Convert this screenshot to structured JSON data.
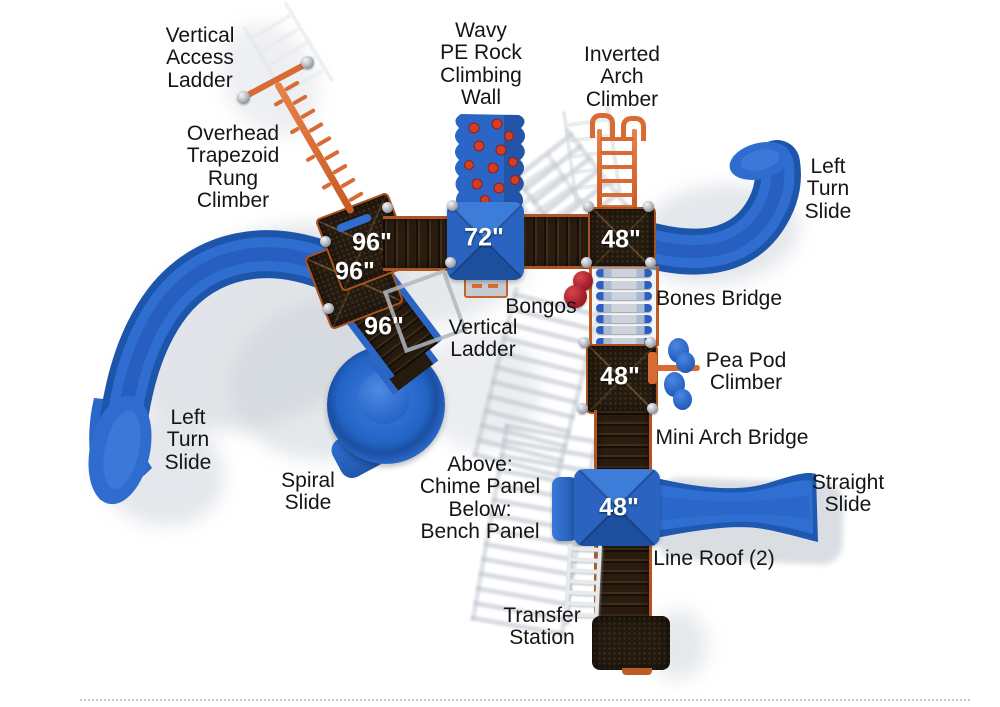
{
  "diagram": {
    "kind": "playground-equipment-top-view-plan",
    "background": "#ffffff",
    "colors": {
      "slide_blue": "#2b66c6",
      "roof_blue_light": "#3d7cd8",
      "roof_blue_dark": "#1c4f9e",
      "deck_dark_brown": "#251a0e",
      "rail_orange": "#d96a33",
      "trim_orange": "#a8521f",
      "connector_gray": "#b9bec4",
      "bongo_red": "#a82330",
      "shadow_gray": "#c6ccd3",
      "annotation_text": "#151515",
      "deck_label_text": "#ffffff"
    },
    "annotations": [
      {
        "id": "vertical-access-ladder",
        "text": "Vertical\nAccess\nLadder"
      },
      {
        "id": "wavy-pe-rock-climbing-wall",
        "text": "Wavy\nPE Rock\nClimbing\nWall"
      },
      {
        "id": "inverted-arch-climber",
        "text": "Inverted\nArch\nClimber"
      },
      {
        "id": "left-turn-slide-upper-right",
        "text": "Left\nTurn\nSlide"
      },
      {
        "id": "overhead-trapezoid-rung-climber",
        "text": "Overhead\nTrapezoid\nRung\nClimber"
      },
      {
        "id": "bongos",
        "text": "Bongos"
      },
      {
        "id": "bones-bridge",
        "text": "Bones Bridge"
      },
      {
        "id": "vertical-ladder",
        "text": "Vertical\nLadder"
      },
      {
        "id": "pea-pod-climber",
        "text": "Pea Pod\nClimber"
      },
      {
        "id": "mini-arch-bridge",
        "text": "Mini Arch Bridge"
      },
      {
        "id": "left-turn-slide-lower-left",
        "text": "Left\nTurn\nSlide"
      },
      {
        "id": "spiral-slide",
        "text": "Spiral\nSlide"
      },
      {
        "id": "chime-bench-panel",
        "text": "Above:\nChime Panel\nBelow:\nBench Panel"
      },
      {
        "id": "straight-slide",
        "text": "Straight\nSlide"
      },
      {
        "id": "line-roof",
        "text": "Line Roof (2)"
      },
      {
        "id": "transfer-station",
        "text": "Transfer\nStation"
      }
    ],
    "deck_size_labels": [
      "96\"",
      "96\"",
      "96\"",
      "72\"",
      "48\"",
      "48\"",
      "48\""
    ]
  }
}
